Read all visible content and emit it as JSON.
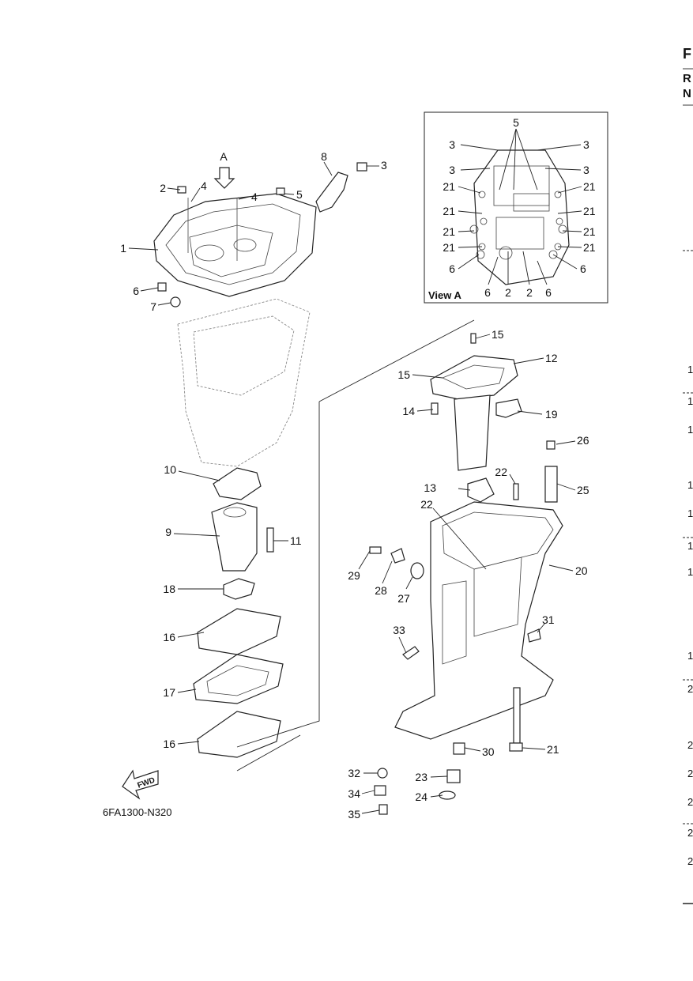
{
  "view_label": "View A",
  "arrow_label": "A",
  "fwd_label": "FWD",
  "drawing_code": "6FA1300-N320",
  "edge_chars": [
    "F",
    "R",
    "N",
    "1",
    "1",
    "1",
    "1",
    "1",
    "1",
    "1",
    "1",
    "2",
    "2",
    "2",
    "2",
    "2",
    "2"
  ],
  "callouts": [
    "1",
    "2",
    "3",
    "4",
    "5",
    "6",
    "7",
    "8",
    "9",
    "10",
    "11",
    "12",
    "13",
    "14",
    "15",
    "16",
    "17",
    "18",
    "19",
    "20",
    "21",
    "22",
    "23",
    "24",
    "25",
    "26",
    "27",
    "28",
    "29",
    "30",
    "31",
    "32",
    "33",
    "34",
    "35"
  ],
  "view_a_callouts": [
    "5",
    "3",
    "3",
    "3",
    "3",
    "21",
    "21",
    "21",
    "21",
    "21",
    "21",
    "21",
    "21",
    "6",
    "6",
    "6",
    "2",
    "2",
    "6"
  ]
}
